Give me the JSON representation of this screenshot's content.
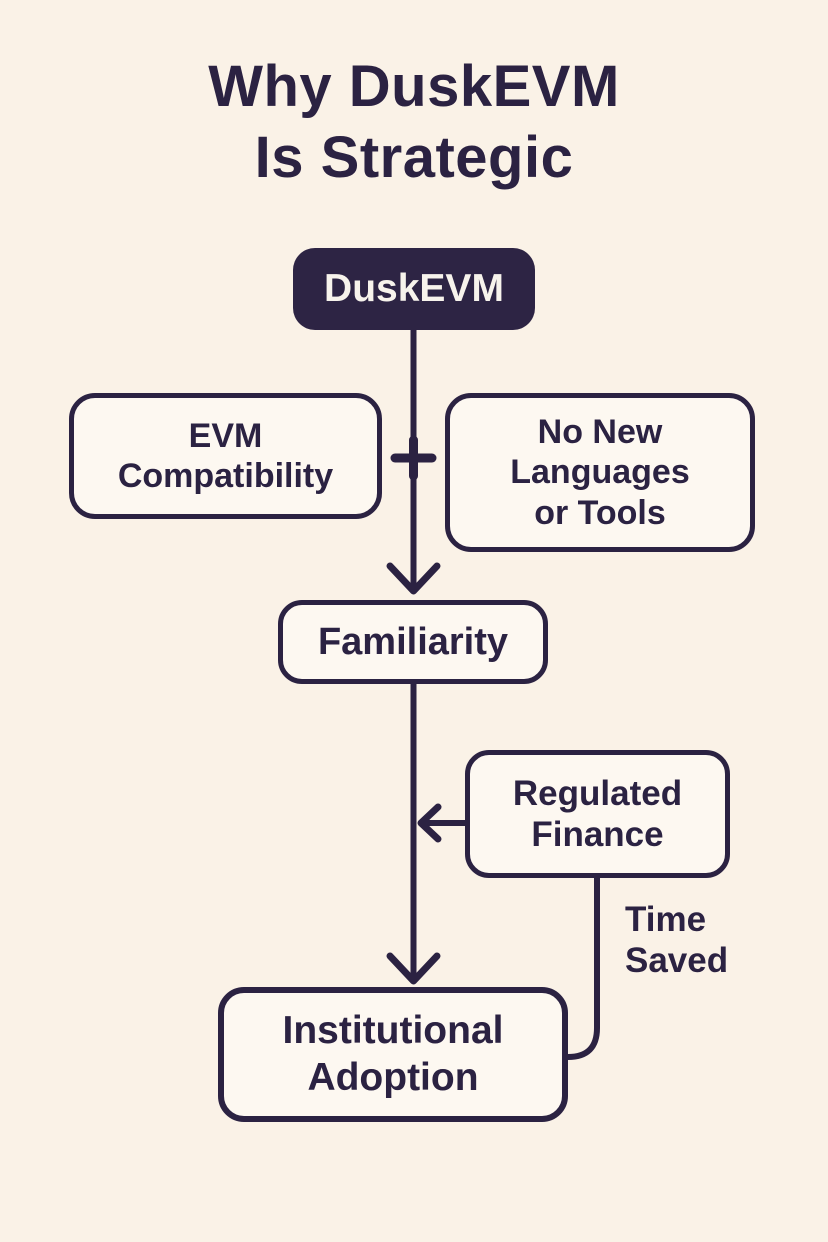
{
  "colors": {
    "background": "#faf2e7",
    "ink": "#2b2242",
    "node_fill": "#fdf8f1",
    "dark_node_fill": "#2d2444",
    "dark_node_text": "#f7f3ec"
  },
  "title": {
    "lines": [
      "Why DuskEVM",
      "Is Strategic"
    ]
  },
  "nodes": {
    "duskevm": {
      "label": "DuskEVM"
    },
    "evm_compatibility": {
      "lines": [
        "EVM",
        "Compatibility"
      ]
    },
    "no_new_languages_or_tools": {
      "lines": [
        "No New",
        "Languages",
        "or Tools"
      ]
    },
    "familiarity": {
      "label": "Familiarity"
    },
    "regulated_finance": {
      "lines": [
        "Regulated",
        "Finance"
      ]
    },
    "institutional_adoption": {
      "lines": [
        "Institutional",
        "Adoption"
      ]
    }
  },
  "labels": {
    "time_saved": {
      "lines": [
        "Time",
        "Saved"
      ]
    }
  },
  "icons": {
    "plus": "plus-icon",
    "arrow_down_to_familiarity": "arrow-down-icon",
    "arrow_down_to_institutional_adoption": "arrow-down-icon",
    "arrow_left_from_regulated_finance": "arrow-left-icon"
  }
}
